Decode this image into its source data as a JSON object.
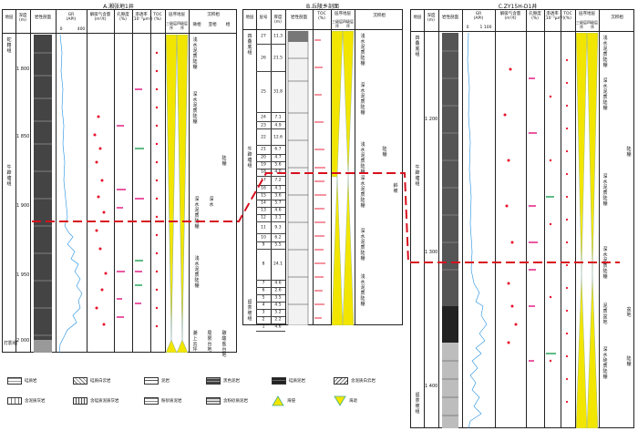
{
  "panel_a": {
    "title": "A.湘张地1井",
    "headers": [
      "地层",
      "深度\n(m)",
      "岩性剖面",
      "GR\n(API)",
      "解吸气含量\n(m³/t)",
      "孔隙度\n(%)",
      "渗透率\n(10⁻³μm²)",
      "TOC\n(%)",
      "层序地层",
      "沉积相"
    ],
    "gr_range": [
      "0",
      "400"
    ],
    "phi_range": [
      "0",
      "20"
    ],
    "perm_range": [
      "0.001",
      "0.1"
    ],
    "toc_range": [
      "0",
      "5"
    ],
    "seq_sub": [
      "三级层序",
      "四级层序"
    ],
    "facies_sub": [
      "微相",
      "亚相",
      "相"
    ],
    "formation_top": "蛇籍组",
    "formation_main": "牛蹄塘组",
    "formation_bottom": "灯影组",
    "depths": [
      "1 800",
      "1 850",
      "1 900",
      "1 950",
      "2 000"
    ],
    "microfacies": [
      "浅水泥质陆棚",
      "深水泥质陆棚",
      "深水泥质陆棚",
      "浅水泥质陆棚",
      "深水泥质陆棚",
      "深水泥质陆棚",
      "深水泥质陆棚"
    ],
    "subfacies": [
      "陆棚",
      "深水"
    ],
    "bottom_facies": [
      "潮上云坪",
      "局限台地",
      "碳酸盐台地"
    ]
  },
  "panel_b": {
    "title": "B.丘陵乡剖面",
    "headers": [
      "地层",
      "层号",
      "厚度(m)",
      "岩性剖面",
      "TOC\n(%)",
      "层序地层",
      "沉积相"
    ],
    "toc_range": [
      "0",
      "6"
    ],
    "seq_sub": [
      "三级层序",
      "四级层序"
    ],
    "formation_top": "四叠底组",
    "formation_main": "牛蹄塘组",
    "formation_bottom": "留茶坡组",
    "layers": [
      {
        "no": "27",
        "thk": "11.3"
      },
      {
        "no": "26",
        "thk": "21.5"
      },
      {
        "no": "25",
        "thk": "31.8"
      },
      {
        "no": "24",
        "thk": "7.1"
      },
      {
        "no": "23",
        "thk": "4.9"
      },
      {
        "no": "22",
        "thk": "12.6"
      },
      {
        "no": "21",
        "thk": "6.7"
      },
      {
        "no": "20",
        "thk": "4.7"
      },
      {
        "no": "19",
        "thk": "5.6"
      },
      {
        "no": "18",
        "thk": "4.0"
      },
      {
        "no": "17",
        "thk": "7.2"
      },
      {
        "no": "16",
        "thk": "4.1"
      },
      {
        "no": "15",
        "thk": "3.6"
      },
      {
        "no": "14",
        "thk": "5.7"
      },
      {
        "no": "13",
        "thk": "4.6"
      },
      {
        "no": "12",
        "thk": "3.1"
      },
      {
        "no": "11",
        "thk": "9.3"
      },
      {
        "no": "10",
        "thk": "6.2"
      },
      {
        "no": "9",
        "thk": "5.5"
      },
      {
        "no": "8",
        "thk": "24.1"
      },
      {
        "no": "7",
        "thk": "4.6"
      },
      {
        "no": "6",
        "thk": "2.6"
      },
      {
        "no": "5",
        "thk": "3.5"
      },
      {
        "no": "4",
        "thk": "4.5"
      },
      {
        "no": "3",
        "thk": "5.2"
      },
      {
        "no": "2",
        "thk": "2.2"
      },
      {
        "no": "1",
        "thk": "4.6"
      }
    ],
    "microfacies": [
      "浅水泥质陆棚",
      "深水泥质陆棚",
      "浅水泥质陆棚",
      "深水泥质陆棚",
      "深水泥质陆棚",
      "浅水泥质陆棚",
      "深水泥质陆棚"
    ],
    "subfacies": [
      "陆棚",
      "斜坡"
    ]
  },
  "panel_c": {
    "title": "C.ZY15H-D1井",
    "headers": [
      "地层",
      "深度\n(m)",
      "岩性剖面",
      "GR\n(API)",
      "解吸气含量\n(m³/t)",
      "孔隙度\n(%)",
      "渗透率\n(10⁻³μm²)",
      "TOC\n(%)",
      "层序地层",
      "沉积相"
    ],
    "gr_range": [
      "0",
      "1 100"
    ],
    "gas_range": [
      "0",
      "1.2"
    ],
    "phi_range": [
      "0",
      "10"
    ],
    "perm_range": [
      "0",
      "0.5"
    ],
    "toc_range": [
      "0",
      "15"
    ],
    "seq_sub": [
      "三级层序",
      "四级层序"
    ],
    "formation_top": "四叠底组",
    "formation_main": "牛蹄塘组",
    "formation_bottom": "留茶坡组",
    "depths": [
      "1 200",
      "1 300",
      "1 400"
    ],
    "microfacies": [
      "浅水泥质陆棚",
      "深水泥质陆棚",
      "深水泥质陆棚",
      "深水泥质陆棚",
      "泥质盆地",
      "深水硅质陆棚"
    ],
    "subfacies": [
      "陆棚",
      "盆地",
      "陆棚"
    ]
  },
  "legend": {
    "row1": [
      "硅质岩",
      "硅质白云岩",
      "泥岩",
      "黑色泥岩",
      "硅质泥岩",
      "含泥质白云岩"
    ],
    "row2": [
      "含泥质灰岩",
      "含硅质泥质灰岩",
      "粉砂质泥岩",
      "含粉砂质泥岩",
      "海侵",
      "海退"
    ]
  },
  "colors": {
    "marker_red": "#e8102a",
    "marker_pink": "#e0107a",
    "marker_green": "#18a050",
    "gr_blue": "#1f8fe0",
    "seq_yellow": "#f2e600",
    "correlation_red": "#d8101e"
  }
}
